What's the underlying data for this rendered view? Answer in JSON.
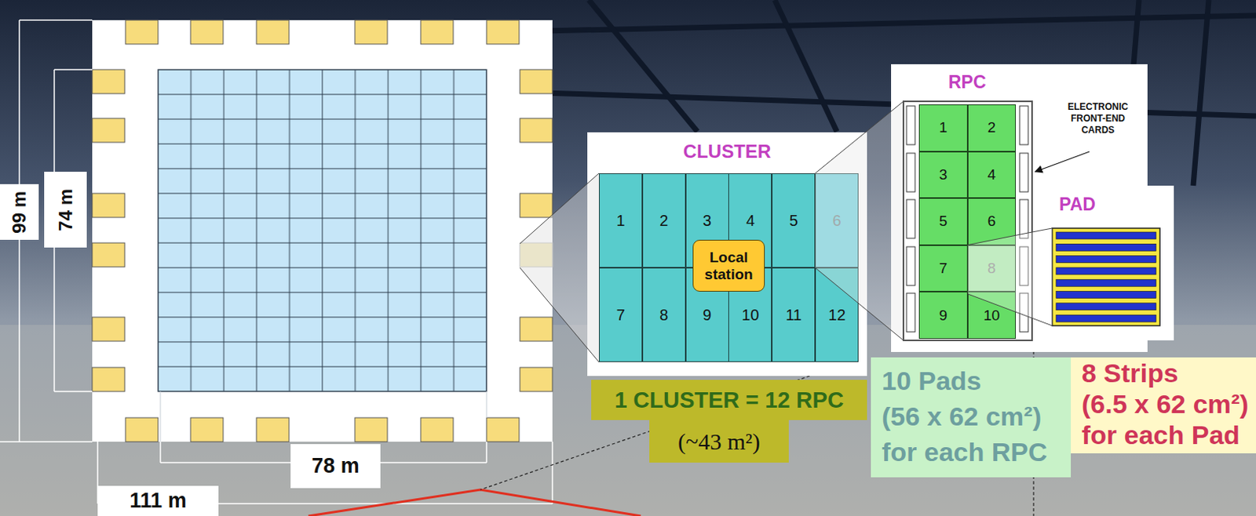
{
  "diagram": {
    "nodes": [
      {
        "text": [
          "99 m"
        ]
      },
      {
        "text": [
          "74 m"
        ]
      },
      {
        "text": [
          "78 m"
        ]
      },
      {
        "text": [
          "111 m"
        ]
      },
      {
        "text": [
          "CLUSTER"
        ]
      },
      {
        "text": [
          "1"
        ],
        "in": 4
      },
      {
        "text": [
          "2"
        ],
        "in": 4
      },
      {
        "text": [
          "3"
        ],
        "in": 4
      },
      {
        "text": [
          "4"
        ],
        "in": 4
      },
      {
        "text": [
          "5"
        ],
        "in": 4
      },
      {
        "text": [
          "6"
        ],
        "in": 4
      },
      {
        "text": [
          "Local station"
        ],
        "in": 4
      },
      {
        "text": [
          "7"
        ],
        "in": 4
      },
      {
        "text": [
          "8"
        ],
        "in": 4
      },
      {
        "text": [
          "9"
        ],
        "in": 4
      },
      {
        "text": [
          "10"
        ],
        "in": 4
      },
      {
        "text": [
          "11"
        ],
        "in": 4
      },
      {
        "text": [
          "12"
        ],
        "in": 4
      },
      {
        "text": [
          "RPC"
        ]
      },
      {
        "text": [
          "1"
        ],
        "in": 18
      },
      {
        "text": [
          "2"
        ],
        "in": 18
      },
      {
        "text": [
          "3"
        ],
        "in": 18
      },
      {
        "text": [
          "4"
        ],
        "in": 18
      },
      {
        "text": [
          "5"
        ],
        "in": 18
      },
      {
        "text": [
          "6"
        ],
        "in": 18
      },
      {
        "text": [
          "7"
        ],
        "in": 18
      },
      {
        "text": [
          "8"
        ],
        "in": 18
      },
      {
        "text": [
          "9"
        ],
        "in": 18
      },
      {
        "text": [
          "10"
        ],
        "in": 18
      },
      {
        "text": [
          "PAD"
        ]
      },
      {
        "text": [
          "1 CLUSTER = 12 RPC"
        ]
      },
      {
        "text": [
          "(~43 m²)"
        ]
      },
      {
        "text": [
          "10 Pads (56 x 62 cm²) for each RPC"
        ]
      },
      {
        "text": [
          "8 Strips (6.5 x 62 cm²) for each Pad"
        ]
      }
    ],
    "edges": [
      {
        "from": 10,
        "to": 18,
        "arrow": "none"
      },
      {
        "from": 26,
        "to": 29,
        "arrow": "none"
      }
    ],
    "labels": [
      "ELECTRONIC FRONT-END CARDS"
    ]
  }
}
